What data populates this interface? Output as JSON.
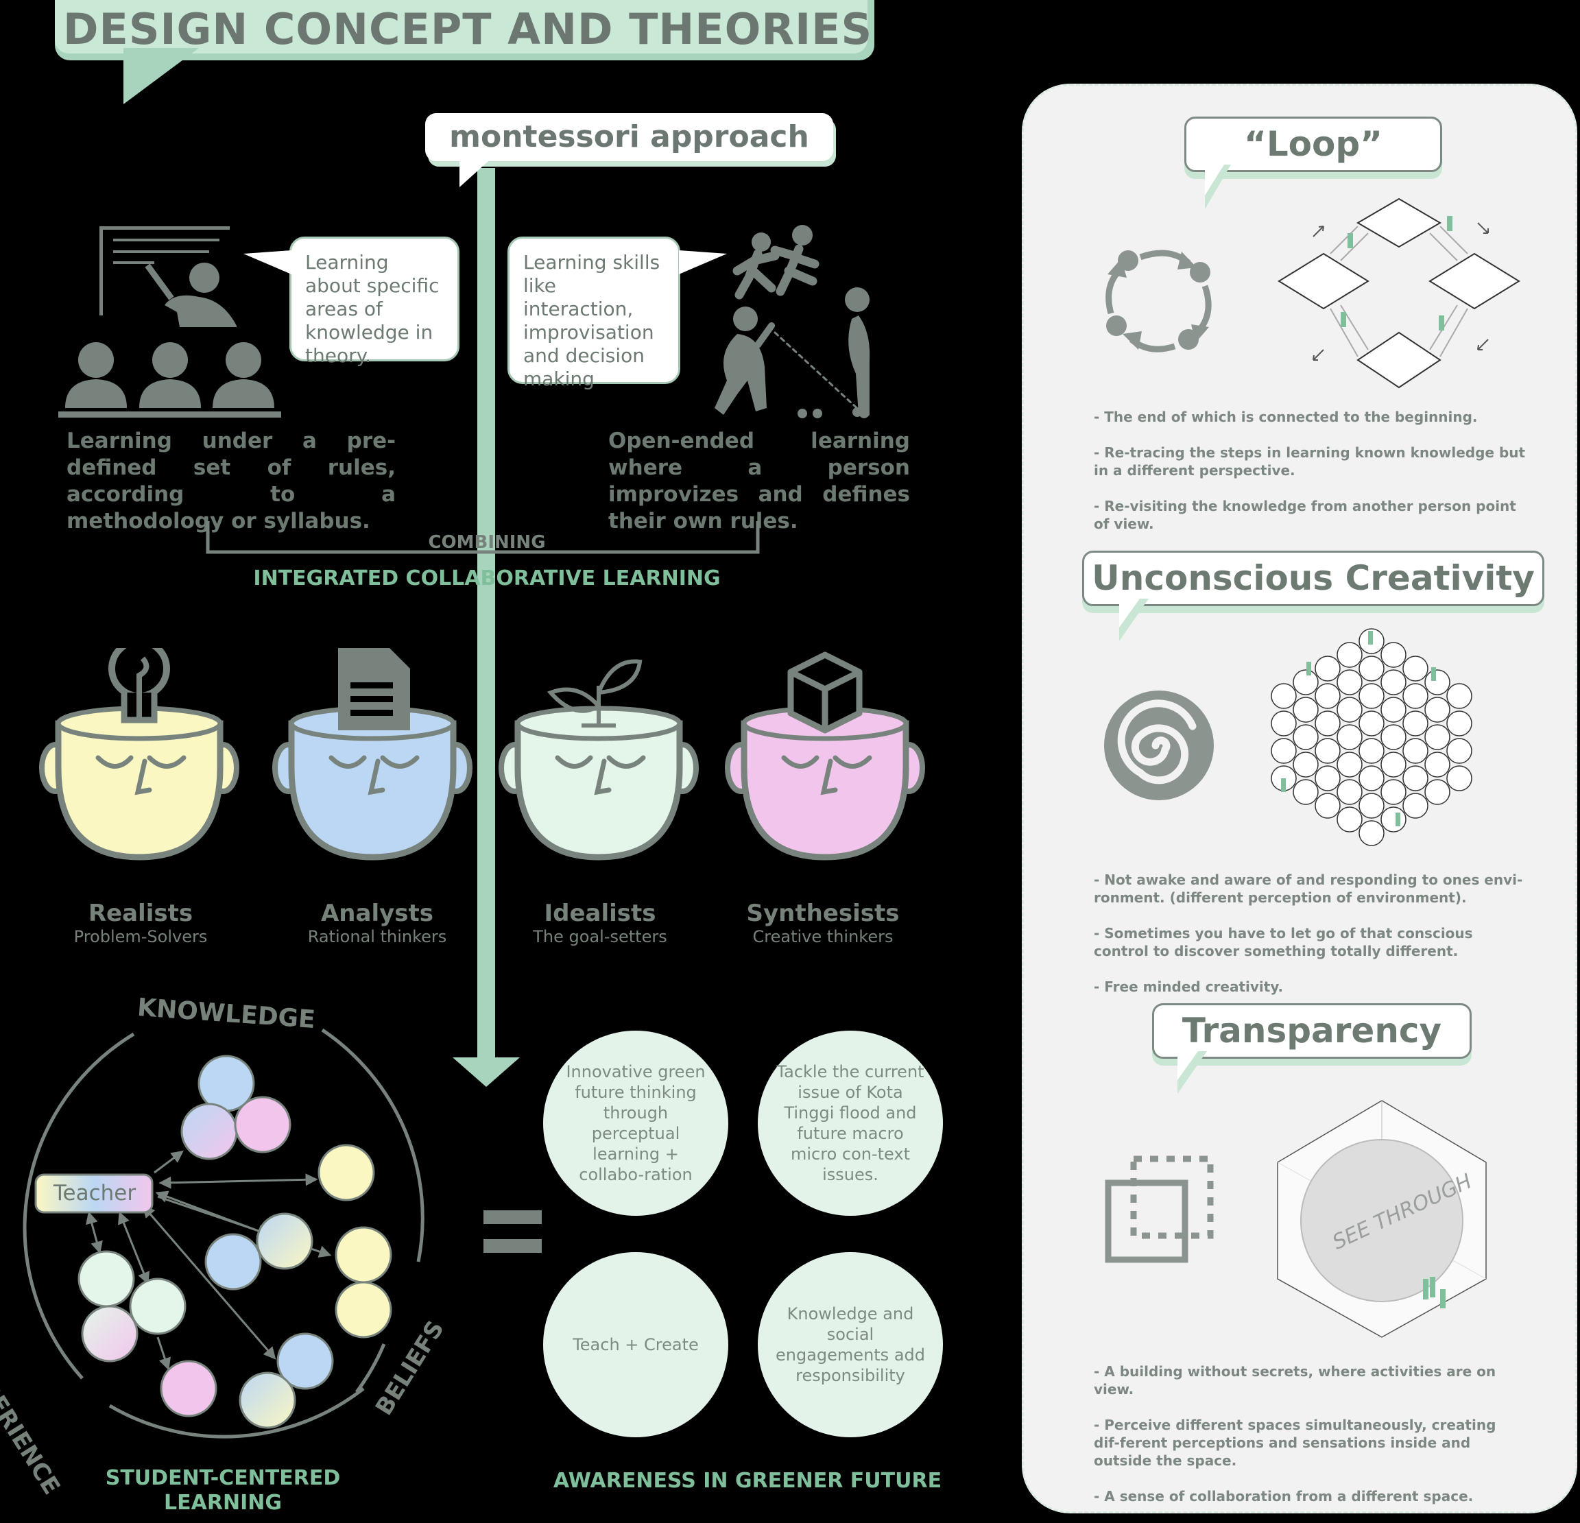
{
  "header": {
    "title": "DESIGN CONCEPT AND THEORIES"
  },
  "montessori": {
    "label": "montessori approach"
  },
  "left_concept": {
    "bubble": "Learning about specific areas of knowledge in theory.",
    "description": "Learning under a pre-defined set of rules, according to a methodology or syllabus."
  },
  "right_concept": {
    "bubble": "Learning skills like interaction, improvisation and decision making",
    "description": "Open-ended learning where a person improvizes and defines their own rules."
  },
  "combining": {
    "label": "COMBINING",
    "result": "INTEGRATED COLLABORATIVE LEARNING"
  },
  "thinkers": [
    {
      "title": "Realists",
      "subtitle": "Problem-Solvers",
      "color": "#fbf7c3"
    },
    {
      "title": "Analysts",
      "subtitle": "Rational thinkers",
      "color": "#bcd7f3"
    },
    {
      "title": "Idealists",
      "subtitle": "The goal-setters",
      "color": "#e4f5ea"
    },
    {
      "title": "Synthesists",
      "subtitle": "Creative thinkers",
      "color": "#f2c6ec"
    }
  ],
  "learning_circle": {
    "knowledge": "KNOWLEDGE",
    "experience": "EXPERIENCE",
    "beliefs": "BELIEFS",
    "teacher": "Teacher",
    "caption": "STUDENT-CENTERED LEARNING"
  },
  "equals": "=",
  "outcomes": [
    "Innovative green future thinking through perceptual learning + collabo-ration",
    "Tackle the current issue of Kota Tinggi flood and future macro micro con-text issues.",
    "Teach + Create",
    "Knowledge and social engagements add responsibility"
  ],
  "outcomes_caption": "AWARENESS IN GREENER FUTURE",
  "panel": {
    "loop": {
      "title": "“Loop”",
      "notes": [
        "- The end of which is connected to the beginning.",
        "- Re-tracing the steps in learning known knowledge but in a different perspective.",
        "- Re-visiting the knowledge from another person point of view."
      ]
    },
    "unconscious": {
      "title": "Unconscious Creativity",
      "notes": [
        "- Not awake and aware of and responding to ones envi-ronment. (different perception of environment).",
        "- Sometimes you have to let go of that conscious control to discover something totally different.",
        "- Free minded creativity."
      ]
    },
    "transparency": {
      "title": "Transparency",
      "see_through": "SEE THROUGH",
      "notes": [
        "- A building without secrets, where activities are on view.",
        "- Perceive different spaces simultaneously, creating dif-ferent perceptions and sensations inside and outside the space.",
        "- A sense of collaboration from a different space."
      ]
    }
  },
  "colors": {
    "accent_green": "#a8d3bd",
    "text_gray": "#6d7a72",
    "figure_gray": "#77837c"
  }
}
